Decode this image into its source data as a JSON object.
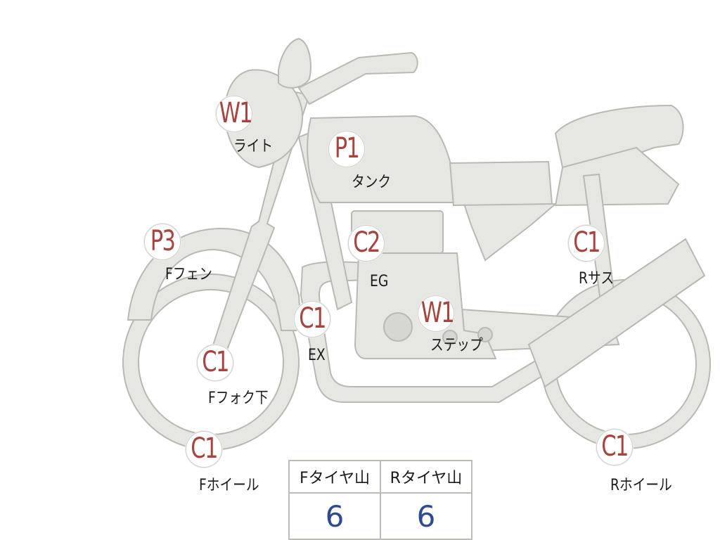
{
  "markers": [
    {
      "id": "light",
      "code": "W1",
      "label": "ライト"
    },
    {
      "id": "tank",
      "code": "P1",
      "label": "タンク"
    },
    {
      "id": "f-fender",
      "code": "P3",
      "label": "Fフェン"
    },
    {
      "id": "engine",
      "code": "C2",
      "label": "EG"
    },
    {
      "id": "r-suspension",
      "code": "C1",
      "label": "Rサス"
    },
    {
      "id": "exhaust",
      "code": "C1",
      "label": "EX"
    },
    {
      "id": "step",
      "code": "W1",
      "label": "ステップ"
    },
    {
      "id": "f-fork-lower",
      "code": "C1",
      "label": "Fフォク下"
    },
    {
      "id": "f-wheel",
      "code": "C1",
      "label": "Fホイール"
    },
    {
      "id": "r-wheel",
      "code": "C1",
      "label": "Rホイール"
    }
  ],
  "tire_tread": {
    "headers": [
      "Fタイヤ山",
      "Rタイヤ山"
    ],
    "values": [
      "6",
      "6"
    ]
  },
  "colors": {
    "code_text": "#a8443f",
    "tread_value": "#2d4a92",
    "bike_fill": "#e6e6e3",
    "bike_stroke": "#b9b9b4"
  }
}
